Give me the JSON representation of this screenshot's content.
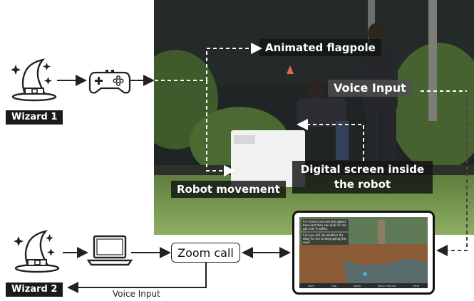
{
  "labels": {
    "animated_flagpole": "Animated flagpole",
    "voice_input_overlay": "Voice Input",
    "digital_screen": "Digital screen inside",
    "digital_screen_2": "the robot",
    "robot_movement": "Robot movement",
    "wizard1": "Wizard 1",
    "wizard2": "Wizard 2",
    "zoom_call": "Zoom call",
    "voice_input_small": "Voice Input"
  },
  "icons": {
    "wizard1": "wizard-hat-icon",
    "gamepad": "gamepad-icon",
    "wizard2": "wizard-hat-icon",
    "laptop": "laptop-icon",
    "tablet": "tablet-icon"
  },
  "tablet_screen": {
    "chat_1": "I'm Cosmo and see this object here and then can look if I can get over it safely.",
    "chat_2": "Can you tell me whether it's okay for me to keep going this way?",
    "bar_items": [
      "Move",
      "Flag",
      "Speak",
      "Robot Features",
      "More"
    ]
  },
  "colors": {
    "label_bg": "#141414",
    "arrow_white": "#ffffff",
    "arrow_dark": "#222222"
  }
}
